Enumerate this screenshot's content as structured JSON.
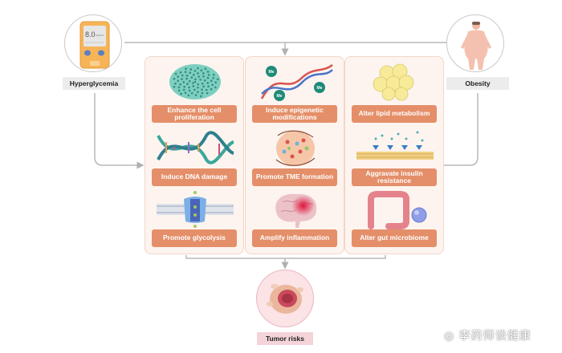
{
  "diagram": {
    "sources": {
      "left": {
        "label": "Hyperglycemia",
        "icon": "glucose-meter-icon",
        "meter_reading": "8.0"
      },
      "right": {
        "label": "Obesity",
        "icon": "obese-body-icon"
      }
    },
    "panels": [
      {
        "items": [
          {
            "label": "Enhance the cell proliferation",
            "icon": "cell-cluster-icon"
          },
          {
            "label": "Induce DNA damage",
            "icon": "damaged-dna-icon"
          },
          {
            "label": "Promote glycolysis",
            "icon": "membrane-transporter-icon"
          }
        ]
      },
      {
        "items": [
          {
            "label": "Induce epigenetic modifications",
            "icon": "methylated-dna-icon",
            "marker_text": "Me"
          },
          {
            "label": "Promote TME formation",
            "icon": "tumor-microenvironment-icon"
          },
          {
            "label": "Amplify inflammation",
            "icon": "inflamed-brain-icon"
          }
        ]
      },
      {
        "items": [
          {
            "label": "Alter lipid metabolism",
            "icon": "adipocytes-icon"
          },
          {
            "label": "Aggravate insulin resistance",
            "icon": "insulin-receptor-membrane-icon"
          },
          {
            "label": "Alter gut microbiome",
            "icon": "colon-bacteria-icon"
          }
        ]
      }
    ],
    "outcome": {
      "label": "Tumor risks",
      "icon": "tumor-cell-icon"
    },
    "colors": {
      "label_fill": "#e48f69",
      "panel_fill": "#fdf4ef",
      "panel_border": "#f1d6c8",
      "connector": "#b8b8b8"
    }
  },
  "watermark": {
    "text": "李药师谈健康",
    "icon": "weibo-icon"
  }
}
